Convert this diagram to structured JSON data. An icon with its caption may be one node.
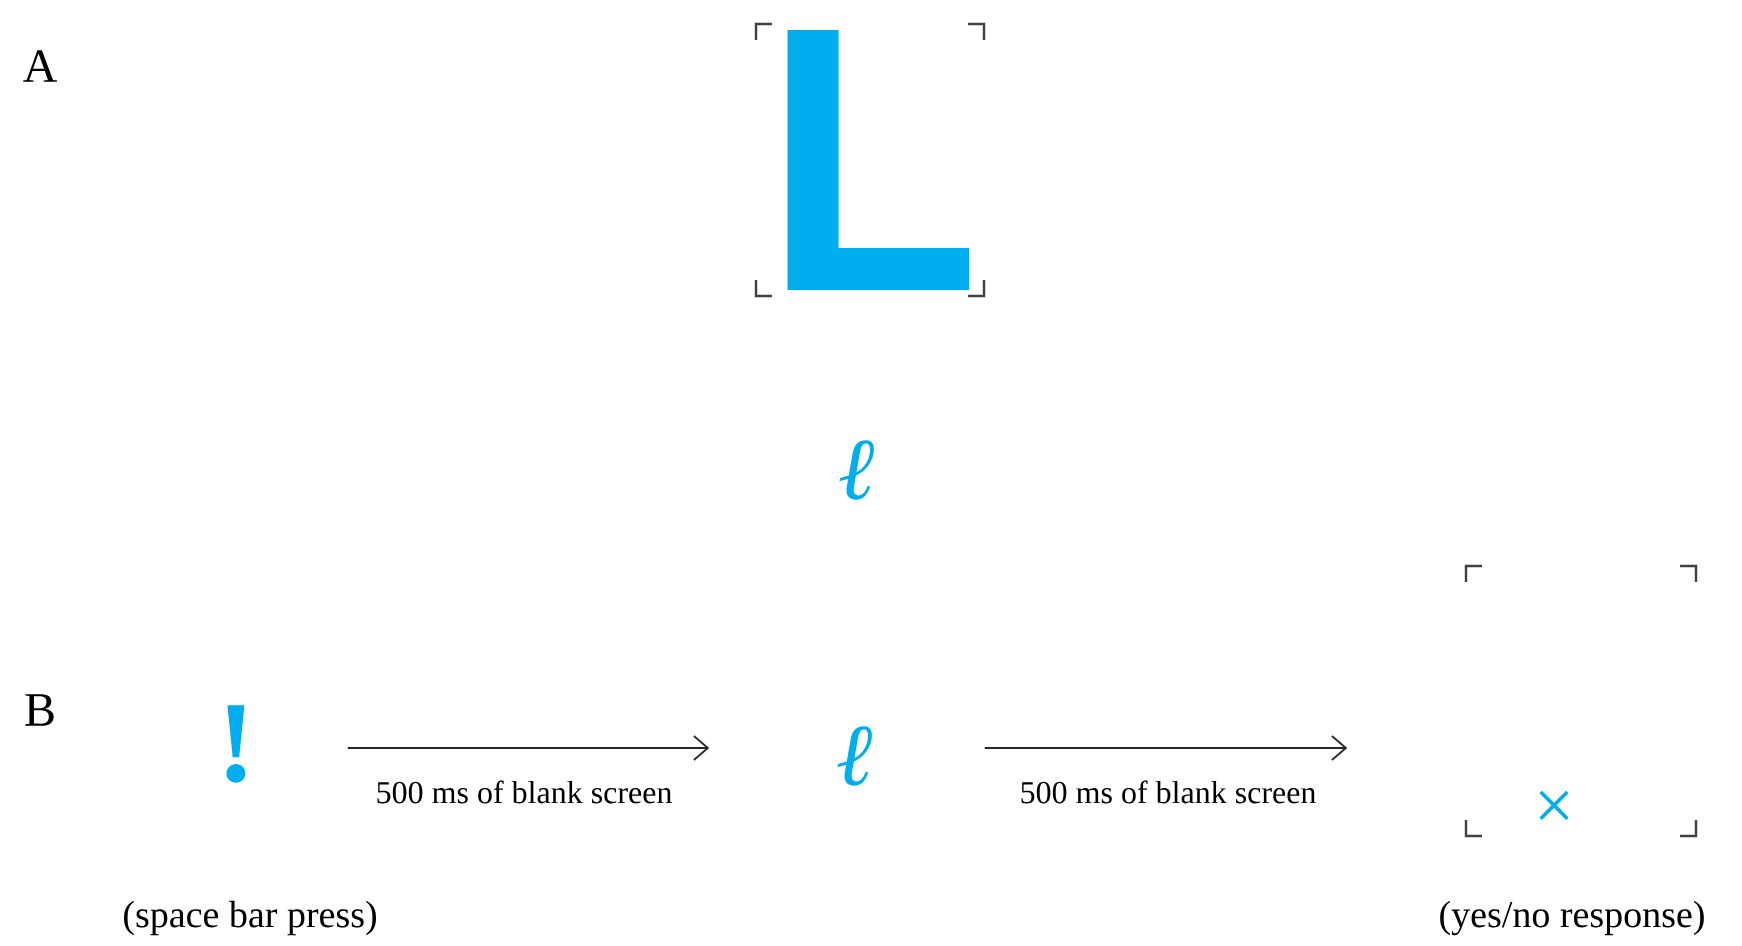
{
  "diagram": {
    "nodes": [
      {
        "text": [
          "!"
        ],
        "beside": [
          "(space bar press)"
        ]
      },
      {
        "text": [
          "ℓ"
        ]
      },
      {
        "text": [
          "×"
        ],
        "beside": [
          "(yes/no response)"
        ]
      }
    ],
    "edges": [
      {
        "from": 0,
        "to": 1,
        "arrow": "to",
        "label": "500 ms of blank screen"
      },
      {
        "from": 1,
        "to": 2,
        "arrow": "to",
        "label": "500 ms of blank screen"
      }
    ],
    "labels": [
      "A",
      "L",
      "ℓ",
      "B"
    ]
  }
}
